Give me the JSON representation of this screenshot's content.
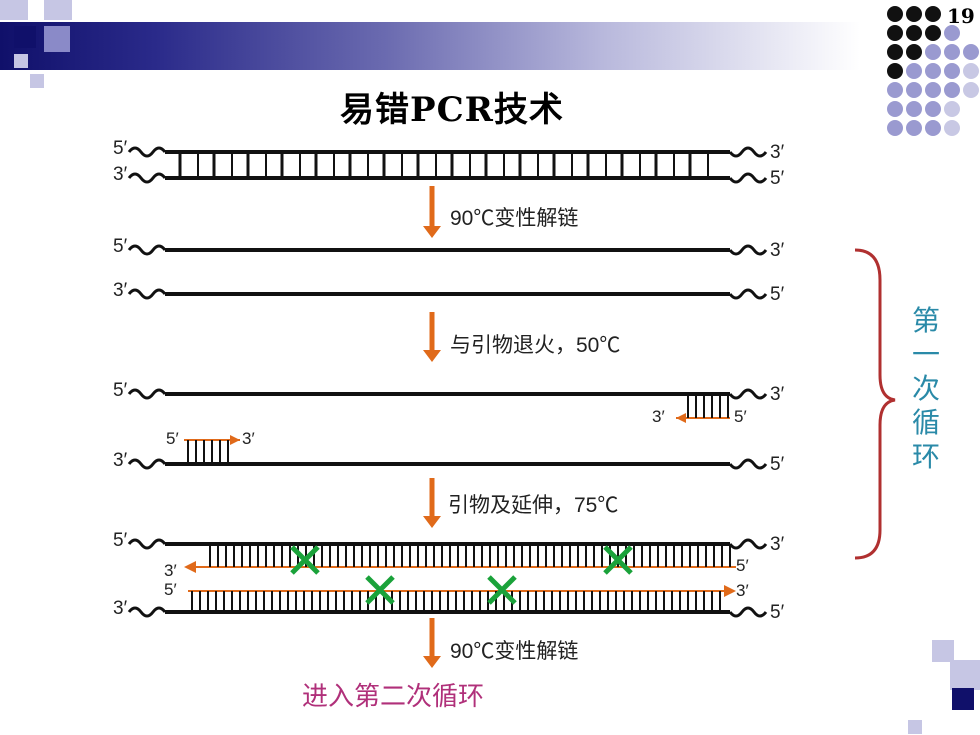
{
  "slide": {
    "title": "易错PCR技术",
    "page_number": "19"
  },
  "diagram": {
    "end_labels": {
      "five": "5′",
      "three": "3′"
    },
    "step_denature": "90℃变性解链",
    "step_anneal": "与引物退火，50℃",
    "step_extend": "引物及延伸，75℃",
    "step_denature_again": "90℃变性解链",
    "cycle_label": [
      "第",
      "一",
      "次",
      "循",
      "环"
    ],
    "next_cycle": "进入第二次循环",
    "colors": {
      "strand": "#111111",
      "arrow": "#e06a1a",
      "mutation": "#1aa23a",
      "brace": "#b03030",
      "cycle_text": "#2a8aa8",
      "next_cycle": "#b0307a"
    }
  }
}
